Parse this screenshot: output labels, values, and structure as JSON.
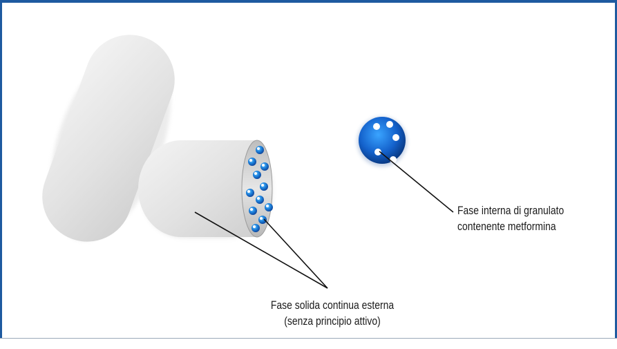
{
  "labels": {
    "internal_phase_line1": "Fase interna di granulato",
    "internal_phase_line2": "contenente metformina",
    "external_phase_line1": "Fase solida continua esterna",
    "external_phase_line2": "(senza principio attivo)"
  },
  "colors": {
    "frame_border": "#1e5aa0",
    "granule_blue": "#1469c8",
    "tablet_grey": "#dcdcdc"
  }
}
